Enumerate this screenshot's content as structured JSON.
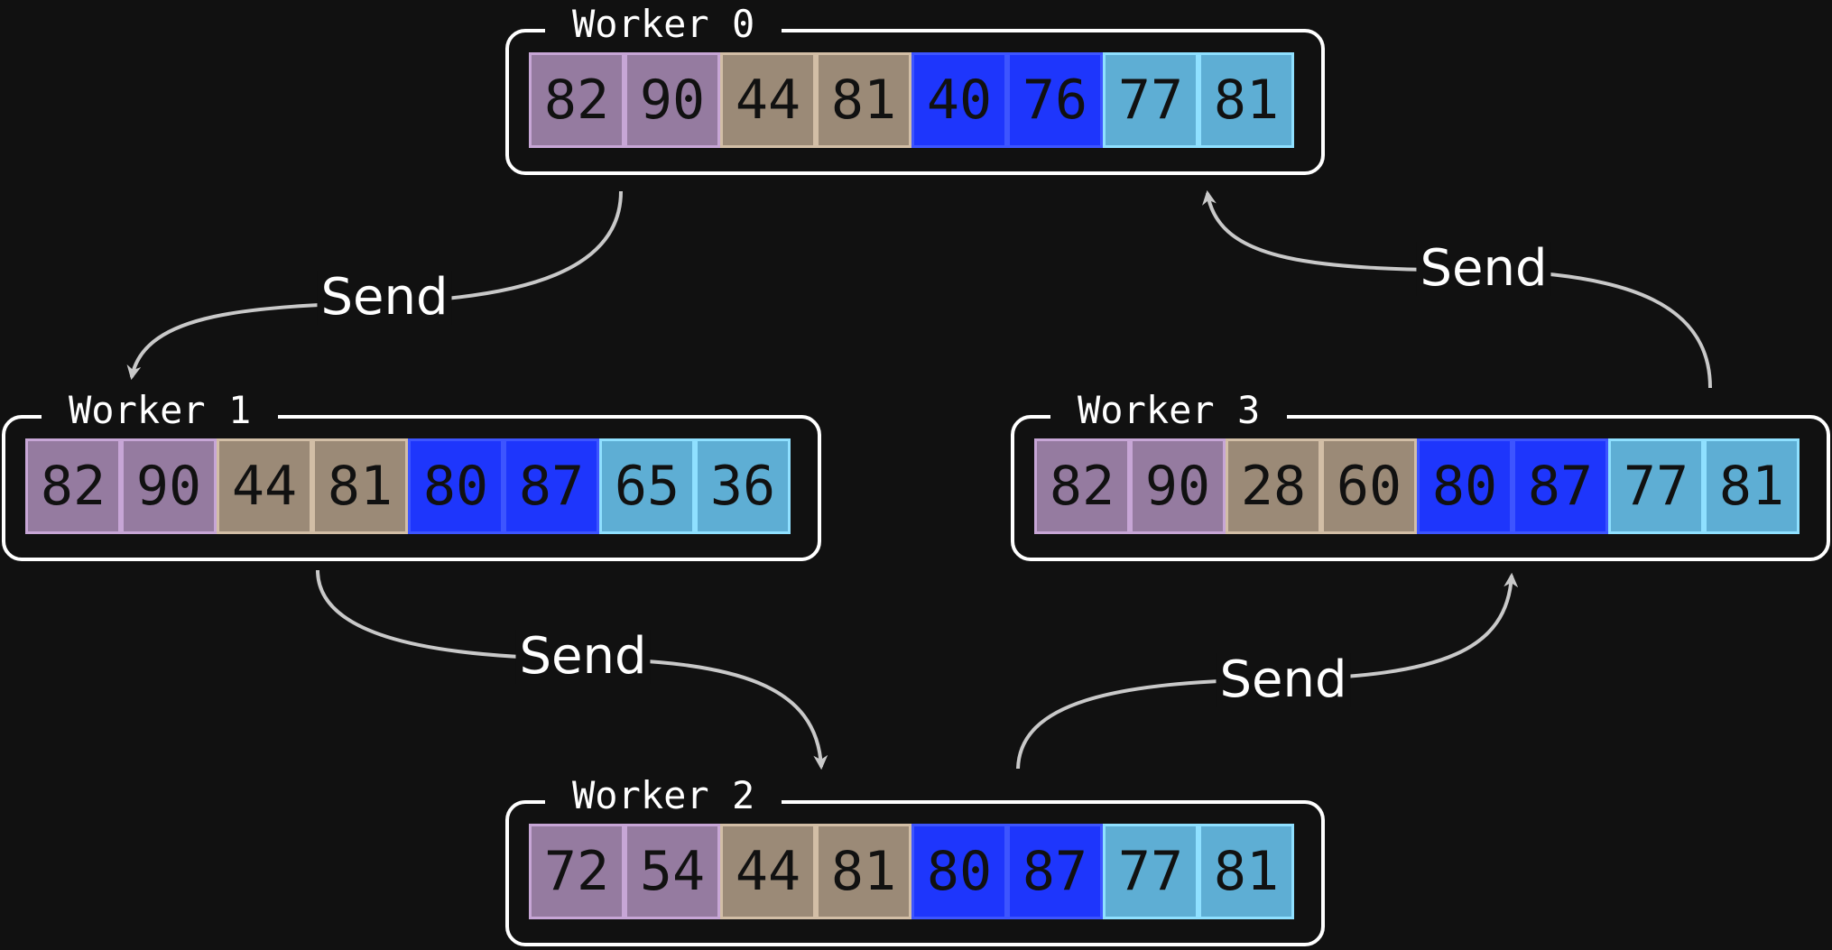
{
  "group_colors": [
    {
      "fill": "#957ba0",
      "border": "#c7a6d6"
    },
    {
      "fill": "#9b8a77",
      "border": "#d2bea6"
    },
    {
      "fill": "#1e36fc",
      "border": "#3d55ff"
    },
    {
      "fill": "#5eaed4",
      "border": "#8fe0ff"
    }
  ],
  "arrow_color": "#c9c9c9",
  "workers": [
    {
      "title": "Worker 0",
      "values": [
        "82",
        "90",
        "44",
        "81",
        "40",
        "76",
        "77",
        "81"
      ]
    },
    {
      "title": "Worker 1",
      "values": [
        "82",
        "90",
        "44",
        "81",
        "80",
        "87",
        "65",
        "36"
      ]
    },
    {
      "title": "Worker 2",
      "values": [
        "72",
        "54",
        "44",
        "81",
        "80",
        "87",
        "77",
        "81"
      ]
    },
    {
      "title": "Worker 3",
      "values": [
        "82",
        "90",
        "28",
        "60",
        "80",
        "87",
        "77",
        "81"
      ]
    }
  ],
  "edges": [
    {
      "label": "Send"
    },
    {
      "label": "Send"
    },
    {
      "label": "Send"
    },
    {
      "label": "Send"
    }
  ]
}
